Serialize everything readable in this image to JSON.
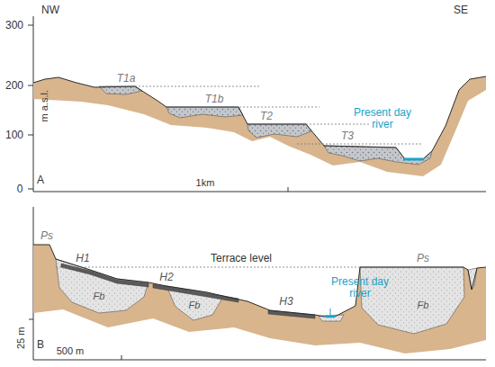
{
  "diagram": {
    "labels": [
      "300",
      "200",
      "100",
      "0",
      "NW",
      "SE",
      "m a.s.l.",
      "T1a",
      "T1b",
      "T2",
      "T3",
      "Present day river",
      "A",
      "1km",
      "Ps",
      "H1",
      "H2",
      "Terrace level",
      "Fb",
      "Fb",
      "H3",
      "Present day river",
      "Ps",
      "Fb",
      "25 m",
      "B",
      "500 m"
    ]
  }
}
